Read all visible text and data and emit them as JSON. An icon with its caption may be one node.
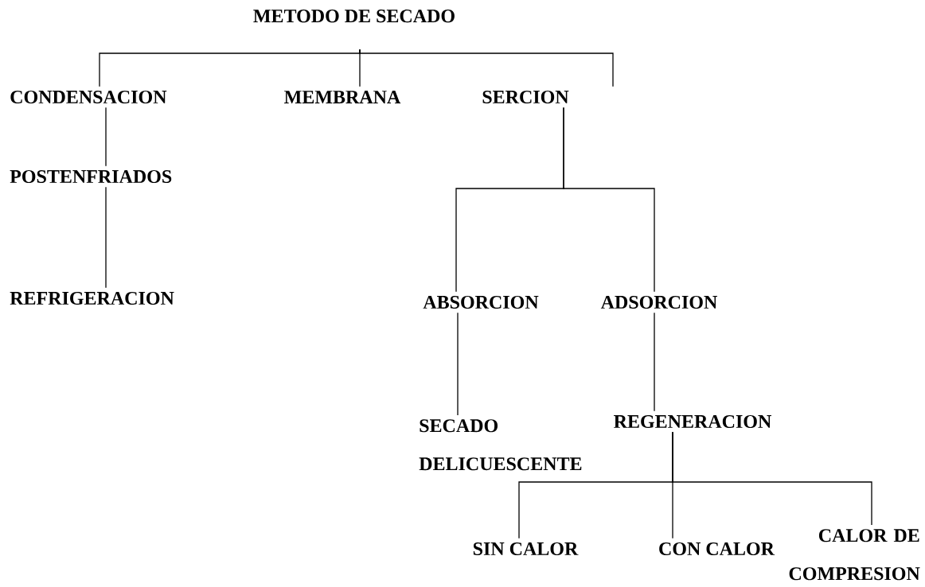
{
  "diagram": {
    "nodes": [
      {
        "text": [
          "METODO DE SECADO"
        ]
      },
      {
        "text": [
          "CONDENSACION"
        ]
      },
      {
        "text": [
          "MEMBRANA"
        ]
      },
      {
        "text": [
          "SERCION"
        ]
      },
      {
        "text": [
          "POSTENFRIADOS"
        ]
      },
      {
        "text": [
          "REFRIGERACION"
        ]
      },
      {
        "text": [
          "ABSORCION"
        ]
      },
      {
        "text": [
          "ADSORCION"
        ]
      },
      {
        "text": [
          "SECADO DELICUESCENTE"
        ]
      },
      {
        "text": [
          "REGENERACION"
        ]
      },
      {
        "text": [
          "SIN CALOR"
        ]
      },
      {
        "text": [
          "CON CALOR"
        ]
      },
      {
        "text": [
          "CALOR DE COMPRESION"
        ]
      }
    ],
    "edges": [
      {
        "from": 0,
        "to": 1,
        "arrow": "none"
      },
      {
        "from": 0,
        "to": 2,
        "arrow": "none"
      },
      {
        "from": 0,
        "to": 3,
        "arrow": "none"
      },
      {
        "from": 1,
        "to": 4,
        "arrow": "none"
      },
      {
        "from": 4,
        "to": 5,
        "arrow": "none"
      },
      {
        "from": 3,
        "to": 6,
        "arrow": "none"
      },
      {
        "from": 3,
        "to": 7,
        "arrow": "none"
      },
      {
        "from": 6,
        "to": 8,
        "arrow": "none"
      },
      {
        "from": 7,
        "to": 9,
        "arrow": "none"
      },
      {
        "from": 9,
        "to": 10,
        "arrow": "none"
      },
      {
        "from": 9,
        "to": 11,
        "arrow": "none"
      },
      {
        "from": 9,
        "to": 12,
        "arrow": "none"
      }
    ]
  }
}
